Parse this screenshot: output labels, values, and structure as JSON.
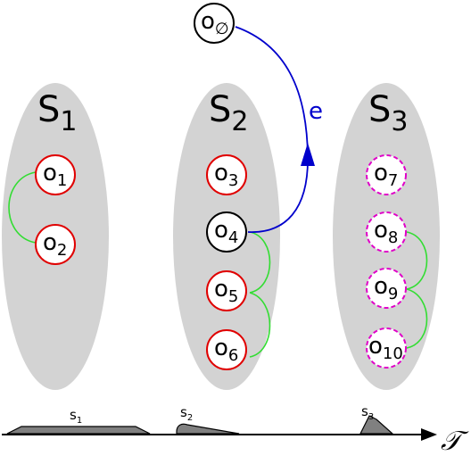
{
  "sets": [
    {
      "id": "s1",
      "main": "S",
      "sub": "1"
    },
    {
      "id": "s2",
      "main": "S",
      "sub": "2"
    },
    {
      "id": "s3",
      "main": "S",
      "sub": "3"
    }
  ],
  "objects": [
    {
      "id": "o_empty",
      "main": "o",
      "sub": "∅",
      "style": "black-solid"
    },
    {
      "id": "o1",
      "main": "o",
      "sub": "1",
      "style": "red-solid"
    },
    {
      "id": "o2",
      "main": "o",
      "sub": "2",
      "style": "red-solid"
    },
    {
      "id": "o3",
      "main": "o",
      "sub": "3",
      "style": "red-solid"
    },
    {
      "id": "o4",
      "main": "o",
      "sub": "4",
      "style": "black-solid"
    },
    {
      "id": "o5",
      "main": "o",
      "sub": "5",
      "style": "red-solid"
    },
    {
      "id": "o6",
      "main": "o",
      "sub": "6",
      "style": "red-solid"
    },
    {
      "id": "o7",
      "main": "o",
      "sub": "7",
      "style": "magenta-dashed"
    },
    {
      "id": "o8",
      "main": "o",
      "sub": "8",
      "style": "magenta-dashed"
    },
    {
      "id": "o9",
      "main": "o",
      "sub": "9",
      "style": "magenta-dashed"
    },
    {
      "id": "o10",
      "main": "o",
      "sub": "10",
      "style": "magenta-dashed"
    }
  ],
  "links": [
    {
      "from": "o1",
      "to": "o2"
    },
    {
      "from": "o4",
      "to": "o5"
    },
    {
      "from": "o5",
      "to": "o6"
    },
    {
      "from": "o8",
      "to": "o9"
    },
    {
      "from": "o9",
      "to": "o10"
    }
  ],
  "edge": {
    "from": "o4",
    "to": "o_empty",
    "label": "e"
  },
  "timeline": {
    "axis_label": "𝒯",
    "profiles": [
      {
        "main": "s",
        "sub": "1"
      },
      {
        "main": "s",
        "sub": "2"
      },
      {
        "main": "s",
        "sub": "3"
      }
    ]
  },
  "colors": {
    "set_fill": "#d3d3d3",
    "red": "#e00000",
    "magenta": "#e000c8",
    "black": "#000000",
    "link": "#33dd33",
    "edge": "#0000cc",
    "profile_fill": "#808080"
  }
}
